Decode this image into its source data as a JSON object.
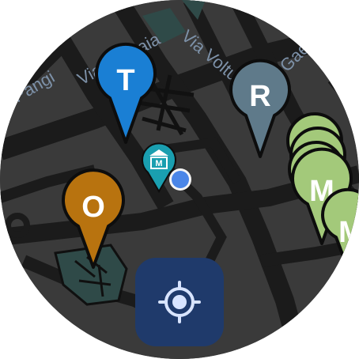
{
  "map": {
    "streets": [
      {
        "key": "s1",
        "text": "Via Carnaia"
      },
      {
        "key": "s2",
        "text": "Via Voltu"
      },
      {
        "key": "s3",
        "text": "Gae"
      },
      {
        "key": "s4",
        "text": "Pangi"
      }
    ],
    "colors": {
      "background": "#3a3a3a",
      "road": "#1b1b1b",
      "block_outline": "#101010",
      "park": "#2f4a48",
      "street_label": "#7d91a8"
    }
  },
  "markers": [
    {
      "key": "t",
      "letter": "T",
      "color": "#1a7fd4",
      "icon": "map-pin"
    },
    {
      "key": "r",
      "letter": "R",
      "color": "#5f7a8a",
      "icon": "map-pin"
    },
    {
      "key": "o",
      "letter": "O",
      "color": "#b8730f",
      "icon": "map-pin"
    },
    {
      "key": "m",
      "letter": "M",
      "color": "#a3c97a",
      "icon": "map-pin-cluster"
    },
    {
      "key": "m2",
      "letter": "M",
      "color": "#a3c97a",
      "icon": "map-pin"
    }
  ],
  "museum_marker": {
    "icon": "museum-icon",
    "badge": "M",
    "color": "#1a9fb0"
  },
  "user_location": {
    "icon": "location-dot",
    "color": "#4a86e8"
  },
  "locate_button": {
    "icon": "crosshair-icon",
    "color": "#1f3a6b"
  }
}
